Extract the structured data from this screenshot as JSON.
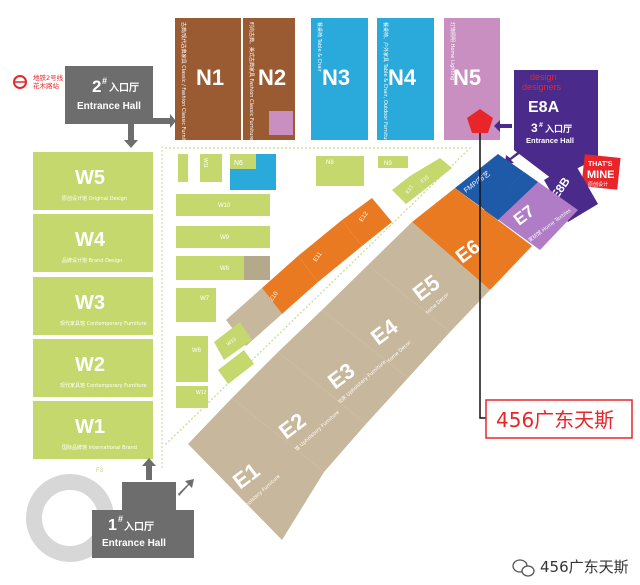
{
  "colors": {
    "west_green": "#c5d86d",
    "north_brown": "#9a5b32",
    "north_cyan": "#2aa9db",
    "north_pink": "#c88fc0",
    "east_purple": "#4a2a8a",
    "east_lilac": "#b07cc6",
    "orange": "#ea7a22",
    "tan": "#c7b79c",
    "entrance_gray": "#6d6d6d",
    "accent_red": "#e8262a"
  },
  "north_halls": [
    {
      "code": "N1",
      "sub": "古典/现代古典家具 Classic / Fashion Classic Furniture"
    },
    {
      "code": "N2",
      "sub": "时尚古典、美式古典家具 Fashion Classic Furniture"
    },
    {
      "code": "N3",
      "sub": "餐桌椅 Table & Chair"
    },
    {
      "code": "N4",
      "sub": "餐桌椅、户外家具 Table & Chair, Outdoor Furniture"
    },
    {
      "code": "N5",
      "sub": "灯饰照明 Home Lighting"
    }
  ],
  "west_halls": [
    {
      "code": "W5",
      "sub": "原创设计馆 Original Design"
    },
    {
      "code": "W4",
      "sub": "品牌设计馆 Brand Design"
    },
    {
      "code": "W3",
      "sub": "现代家具馆 Contemporary Furniture"
    },
    {
      "code": "W2",
      "sub": "现代家具馆 Contemporary Furniture"
    },
    {
      "code": "W1",
      "sub": "国际品牌馆 International Brand"
    }
  ],
  "inner_blocks": {
    "w_small": [
      "W11",
      "W10",
      "W9",
      "W8",
      "W7",
      "W6",
      "W12",
      "W13"
    ],
    "n_small": [
      "N6",
      "N8",
      "N9"
    ],
    "e_small": [
      "E9",
      "E10",
      "E11",
      "E12",
      "E13",
      "E15"
    ]
  },
  "east_halls": [
    {
      "code": "E1",
      "sub": "沙发馆 Upholstery Furniture"
    },
    {
      "code": "E2",
      "sub": "沙发及床垫馆 Upholstery Furniture"
    },
    {
      "code": "E3",
      "sub": "沙发/床垫/软床 Upholstery Furniture"
    },
    {
      "code": "E4",
      "sub": "家居饰品 Home Decor"
    },
    {
      "code": "E5",
      "sub": "家居饰品 Home Decor"
    },
    {
      "code": "E6",
      "sub": "卫浴/厨具 Woodwork Furniture"
    },
    {
      "code": "E7",
      "sub": "家纺馆 Home Textiles"
    },
    {
      "code": "E8B",
      "sub": ""
    }
  ],
  "fmp_label": "FMP/布艺",
  "entrances": {
    "hall1": {
      "num": "1",
      "cn": "入口厅",
      "en": "Entrance Hall"
    },
    "hall2": {
      "num": "2",
      "cn": "入口厅",
      "en": "Entrance Hall"
    },
    "hall3": {
      "code": "E8A",
      "num": "3",
      "cn": "入口厅",
      "en": "Entrance Hall"
    }
  },
  "design_badge": {
    "line1": "design",
    "line2": "designers"
  },
  "mine_badge": {
    "line1": "THAT'S",
    "line2": "MINE",
    "line3": "原创设计"
  },
  "metro": {
    "cn_line1": "地铁2号线",
    "cn_line2": "花木路站"
  },
  "f3_label": "F3",
  "callout": {
    "text": "456广东天斯",
    "marker_color": "#e8262a"
  },
  "watermark": {
    "text": "456广东天斯",
    "icon": "wechat-icon"
  }
}
